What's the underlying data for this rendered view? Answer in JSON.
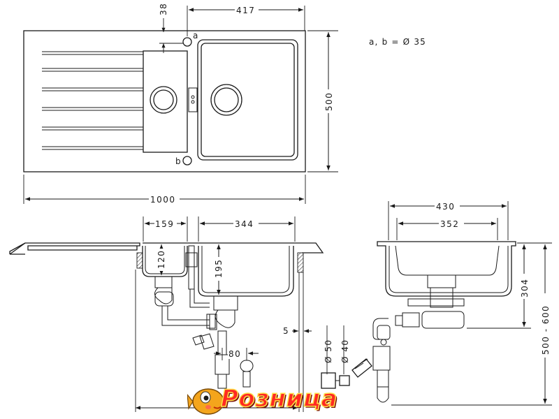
{
  "drawing": {
    "dimensions": {
      "top_offset": "38",
      "bowl_offset": "417",
      "depth": "500",
      "width": "1000",
      "small_bowl": "159",
      "large_bowl": "344",
      "small_depth": "120",
      "large_depth": "195",
      "side_width": "430",
      "side_inner": "352",
      "side_height": "304",
      "cabinet_range": "500 - 600",
      "gap": "5",
      "pipe_spacing": "80",
      "pipe_50": "Ø 50",
      "pipe_40": "Ø 40"
    },
    "labels": {
      "hole_a": "a",
      "hole_b": "b",
      "hole_note": "a, b = Ø 35"
    }
  },
  "logo": {
    "text": "Розница",
    "colors": {
      "text": "#ff2a22",
      "outline": "#ffe24a",
      "fish": "#f4a51c"
    }
  }
}
